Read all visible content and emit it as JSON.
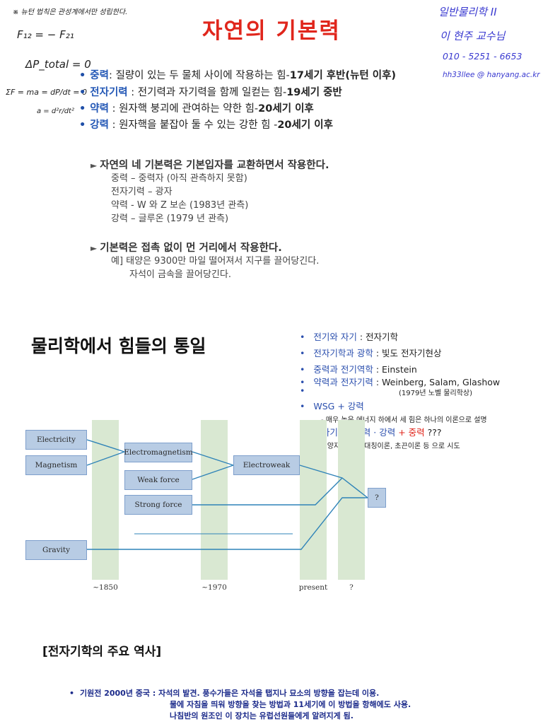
{
  "title": "자연의 기본력",
  "handwritten": {
    "top_left_note": "※ 뉴턴 법칙은 관성계에서만 성립한다.",
    "eq1": "F₁₂ = − F₂₁",
    "eq2": "ΔP_total = 0",
    "eq2_sub": "total",
    "eq3": "ΣF = ma = dP/dt = 0",
    "eq4": "a = d²r/dt²",
    "course": "일반물리학 II",
    "professor": "이 현주  교수님",
    "phone": "010 - 5251 - 6653",
    "email": "hh33llee @ hanyang.ac.kr"
  },
  "forces": [
    {
      "name": "중력",
      "desc": ": 질량이 있는 두 물체 사이에 작용하는 힘-",
      "bold": "17세기 후반(뉴턴 이후)"
    },
    {
      "name": "전자기력",
      "desc": " : 전기력과 자기력을 함께 일컫는 힘-",
      "bold": "19세기 중반"
    },
    {
      "name": "약력",
      "desc": " : 원자핵 붕괴에 관여하는 약한 힘-",
      "bold": "20세기 이후"
    },
    {
      "name": "강력",
      "desc": " : 원자핵을 붙잡아 둘 수 있는 강한 힘 -",
      "bold": "20세기 이후"
    }
  ],
  "point1": {
    "heading": "자연의 네 기본력은 기본입자를 교환하면서 작용한다.",
    "lines": [
      "중력 – 중력자 (아직 관측하지 못함)",
      "전자기력 – 광자",
      "약력 - W 와 Z 보손 (1983년 관측)",
      "강력 – 글루온 (1979 년 관측)"
    ]
  },
  "point2": {
    "heading": "기본력은 접촉 없이 먼 거리에서 작용한다.",
    "lines": [
      "예] 태양은 9300만 마일 떨어져서 지구를 끌어당긴다.",
      "자석이 금속을 끌어당긴다."
    ]
  },
  "unification": {
    "title": "물리학에서 힘들의 통일",
    "items": [
      {
        "key": "전기와 자기",
        "rest": " : 전자기학"
      },
      {
        "key": "전자기학과 광학",
        "rest": " : 빛도 전자기현상"
      },
      {
        "key": "중력과 전기역학",
        "rest": " : Einstein"
      },
      {
        "key": "약력과 전자기력",
        "rest": " : Weinberg, Salam, Glashow"
      }
    ],
    "nobel_note": "(1979년 노벨 물리학상)",
    "wsg": "WSG + 강력",
    "wsg_note": "- 매우 높은 에너지 하에서 세 힘은 하나의 이론으로 설명",
    "final_parts": [
      "전자기력 · 약력 · 강력 ",
      "+ 중력",
      " ???"
    ],
    "final_note": "- 양자중력, 초대칭이론, 초끈이론 등 으로 시도"
  },
  "diagram": {
    "boxes": {
      "electricity": "Electricity",
      "magnetism": "Magnetism",
      "electromagnetism": "Electromagnetism",
      "weak": "Weak force",
      "strong": "Strong force",
      "electroweak": "Electroweak",
      "gravity": "Gravity",
      "unknown": "?"
    },
    "eras": [
      "~1850",
      "~1970",
      "present",
      "?"
    ]
  },
  "history": {
    "title": "[전자기학의 주요 역사]",
    "line1": "기원전 2000년 중국 : 자석의 발견. 풍수가들은 자석을 탭지나 묘소의 방향을 잡는데 이용.",
    "line2": "물에 자침을 띄워 방향을 찾는 방법과 11세기에 이 방법을 항해에도 사용.",
    "line3": "나침반의 원조인 이 장치는 유럽선원들에게 알려지게 됨."
  },
  "colors": {
    "title_red": "#e0261c",
    "force_blue": "#2458b6",
    "box_fill": "#b8cce4",
    "band_green": "#d9e8d2",
    "line_blue": "#2f83b8"
  }
}
